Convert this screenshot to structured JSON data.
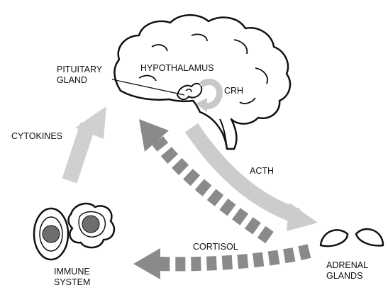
{
  "labels": {
    "hypothalamus": "HYPOTHALAMUS",
    "pituitary_line1": "PITUITARY",
    "pituitary_line2": "GLAND",
    "crh": "CRH",
    "cytokines": "CYTOKINES",
    "acth": "ACTH",
    "cortisol": "CORTISOL",
    "adrenal_line1": "ADRENAL",
    "adrenal_line2": "GLANDS",
    "immune_line1": "IMMUNE",
    "immune_line2": "SYSTEM"
  },
  "colors": {
    "outline": "#111111",
    "light_arrow": "#c8c8c8",
    "dashed_arrow": "#8a8a8a",
    "nucleus": "#6e6e6e",
    "background": "#ffffff"
  },
  "icons": {
    "brain": "brain-icon",
    "pituitary": "pituitary-gland-icon",
    "adrenal": "adrenal-glands-icon",
    "immune_cells": "immune-cells-icon"
  }
}
